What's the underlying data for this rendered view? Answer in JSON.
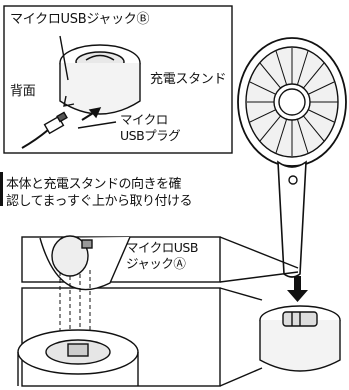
{
  "top_panel": {
    "micro_usb_jack_b": "マイクロUSBジャックⒷ",
    "back_label": "背面",
    "charging_stand": "充電スタンド",
    "micro_usb_plug": "マイクロ\nUSBプラグ"
  },
  "instruction": "本体と充電スタンドの向きを確\n認してまっすぐ上から取り付ける",
  "bottom_panel": {
    "micro_usb_jack_a": "マイクロUSB\nジャックⒶ"
  }
}
